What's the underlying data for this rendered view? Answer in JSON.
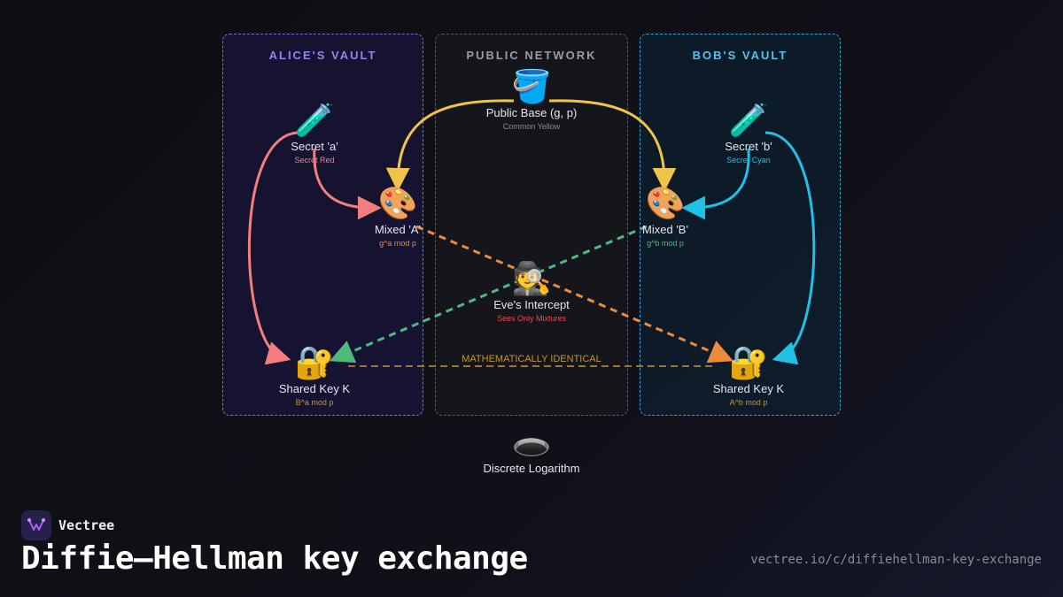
{
  "zones": {
    "alice": "ALICE'S VAULT",
    "public": "PUBLIC NETWORK",
    "bob": "BOB'S VAULT"
  },
  "nodes": {
    "public_base": {
      "icon": "🪣",
      "label": "Public Base (g, p)",
      "sub": "Common Yellow"
    },
    "secret_a": {
      "icon": "🧪",
      "label": "Secret 'a'",
      "sub": "Secret Red"
    },
    "secret_b": {
      "icon": "🧪",
      "label": "Secret 'b'",
      "sub": "Secret Cyan"
    },
    "mixed_a": {
      "icon": "🎨",
      "label": "Mixed 'A'",
      "sub": "g^a mod p"
    },
    "mixed_b": {
      "icon": "🎨",
      "label": "Mixed 'B'",
      "sub": "g^b mod p"
    },
    "eve": {
      "icon": "🕵️",
      "label": "Eve's Intercept",
      "sub": "Sees Only Mixtures"
    },
    "key_alice": {
      "icon": "🔐",
      "label": "Shared Key K",
      "sub": "B^a mod p"
    },
    "key_bob": {
      "icon": "🔐",
      "label": "Shared Key K",
      "sub": "A^b mod p"
    },
    "discrete_log": {
      "icon": "🕳️",
      "label": "Discrete Logarithm"
    }
  },
  "identical_label": "MATHEMATICALLY IDENTICAL",
  "colors": {
    "red": "#f47e7e",
    "cyan": "#1fc1e6",
    "yellow": "#f0c448",
    "orange": "#ee8a3c",
    "green": "#4dbb7a",
    "gold": "#c6962c",
    "eve_red": "#ef4a4a"
  },
  "footer": {
    "brand": "Vectree",
    "title": "Diffie–Hellman key exchange",
    "url": "vectree.io/c/diffiehellman-key-exchange"
  }
}
